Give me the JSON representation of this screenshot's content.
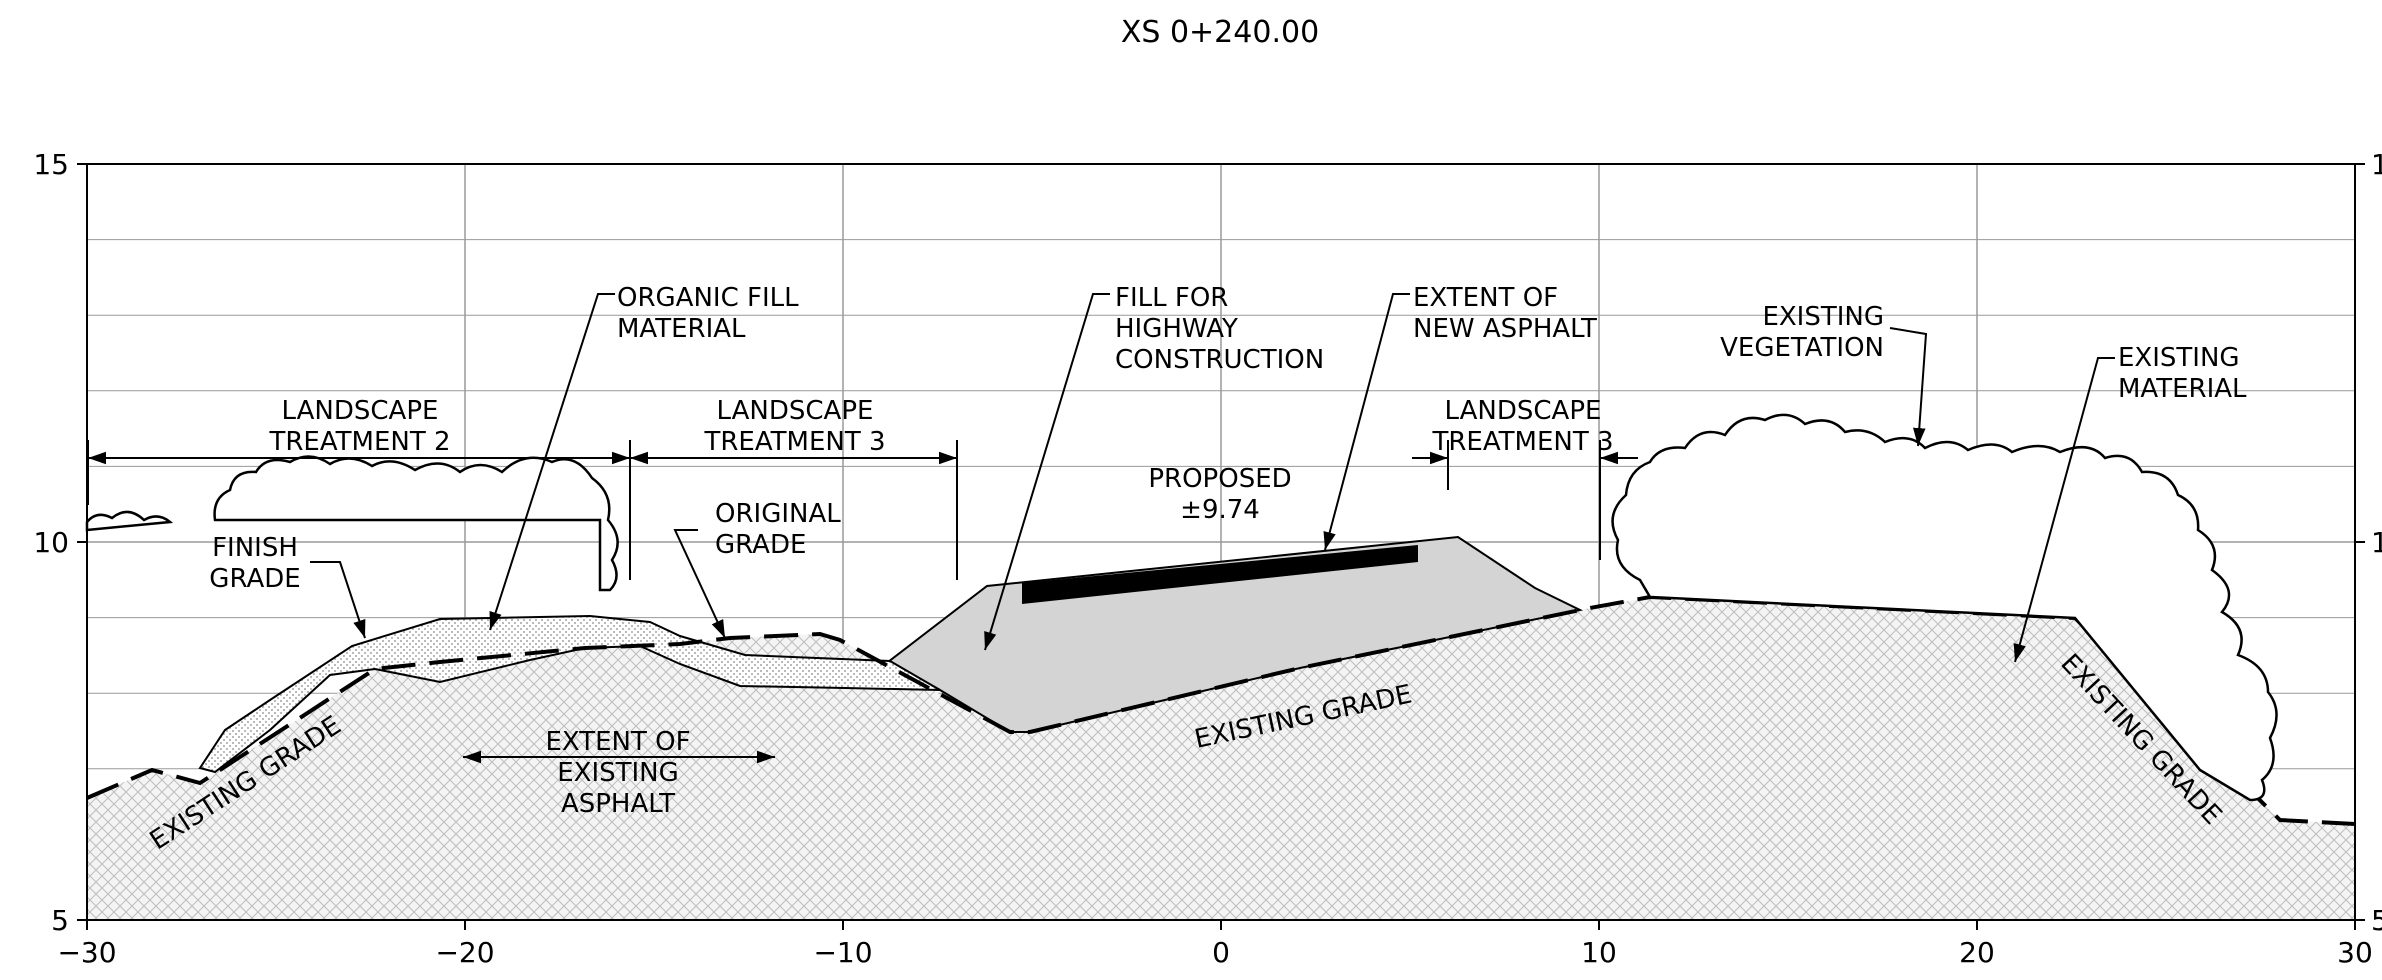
{
  "title": "XS 0+240.00",
  "axes": {
    "x_ticks": [
      "−30",
      "−20",
      "−10",
      "0",
      "10",
      "20",
      "30"
    ],
    "y_ticks_left": [
      "15",
      "10",
      "5"
    ],
    "y_ticks_right": [
      "1",
      "1",
      "5"
    ],
    "x_range": [
      -30,
      30
    ],
    "y_range": [
      5,
      15
    ],
    "grid": true
  },
  "labels": {
    "organic_fill": [
      "ORGANIC FILL",
      "MATERIAL"
    ],
    "fill_highway": [
      "FILL FOR",
      "HIGHWAY",
      "CONSTRUCTION"
    ],
    "extent_new_asphalt": [
      "EXTENT OF",
      "NEW ASPHALT"
    ],
    "existing_vegetation": [
      "EXISTING",
      "VEGETATION"
    ],
    "existing_material": [
      "EXISTING",
      "MATERIAL"
    ],
    "landscape_2": [
      "LANDSCAPE",
      "TREATMENT 2"
    ],
    "landscape_3a": [
      "LANDSCAPE",
      "TREATMENT 3"
    ],
    "landscape_3b": [
      "LANDSCAPE",
      "TREATMENT 3"
    ],
    "proposed": [
      "PROPOSED",
      "±9.74"
    ],
    "original_grade": [
      "ORIGINAL",
      "GRADE"
    ],
    "finish_grade": [
      "FINISH",
      "GRADE"
    ],
    "extent_existing_asphalt": [
      "EXTENT OF",
      "EXISTING",
      "ASPHALT"
    ],
    "existing_grade": "EXISTING GRADE"
  },
  "colors": {
    "fill_gray": "#d4d4d4",
    "hatch_bg": "#f4f4f4",
    "grid": "#9a9a9a"
  }
}
